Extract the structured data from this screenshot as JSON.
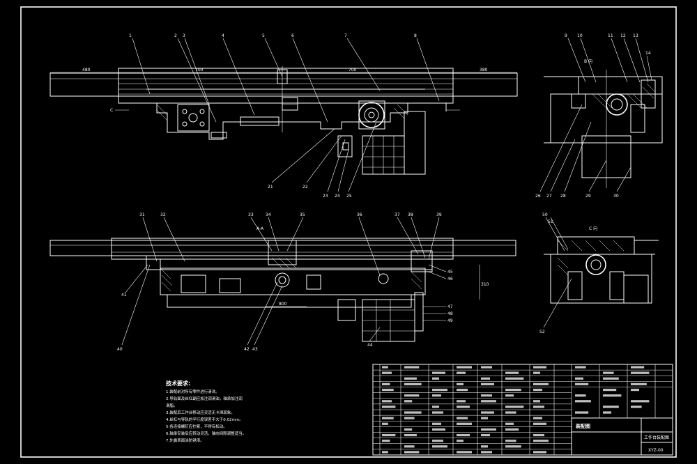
{
  "drawing": {
    "technical_requirements_title": "技术要求:",
    "technical_requirements": [
      "1.装配前对所有零件进行清洗。",
      "2.导轨面及丝杠副应加注润滑油，轴承加注润",
      "滑脂。",
      "3.装配后工作台移动应灵活无卡滞现象。",
      "4.丝杠与导轨的平行度误差不大于0.02mm。",
      "5.各连接螺钉应拧紧，不得有松动。",
      "6.轴承安装后应转动灵活，轴向间隙调整适当。",
      "7.外露表面涂防锈漆。"
    ],
    "section_label_aa": "A-A",
    "view_label_b": "B 向",
    "view_label_c": "C 向",
    "title_block": {
      "drawing_name": "工作台装配图",
      "assembly_label": "装配图",
      "drawing_number": "XYZ-00"
    }
  }
}
